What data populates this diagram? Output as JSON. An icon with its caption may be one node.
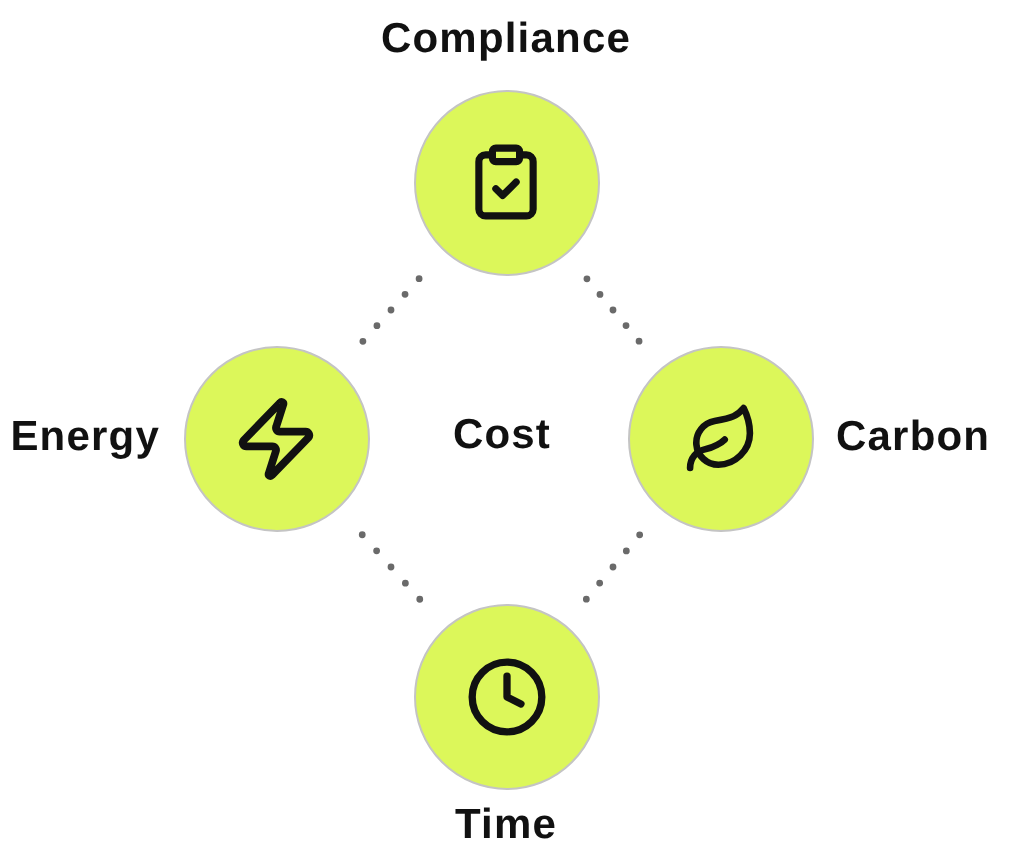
{
  "diagram": {
    "nodes": [
      {
        "text": [
          "Compliance"
        ]
      },
      {
        "text": [
          "Energy"
        ]
      },
      {
        "text": [
          "Carbon"
        ]
      },
      {
        "text": [
          "Time"
        ]
      }
    ],
    "edges": [
      {
        "from": 0,
        "to": 1,
        "arrow": "none"
      },
      {
        "from": 0,
        "to": 2,
        "arrow": "none"
      },
      {
        "from": 1,
        "to": 3,
        "arrow": "none"
      },
      {
        "from": 2,
        "to": 3,
        "arrow": "none"
      }
    ],
    "labels": [
      "Cost"
    ]
  }
}
